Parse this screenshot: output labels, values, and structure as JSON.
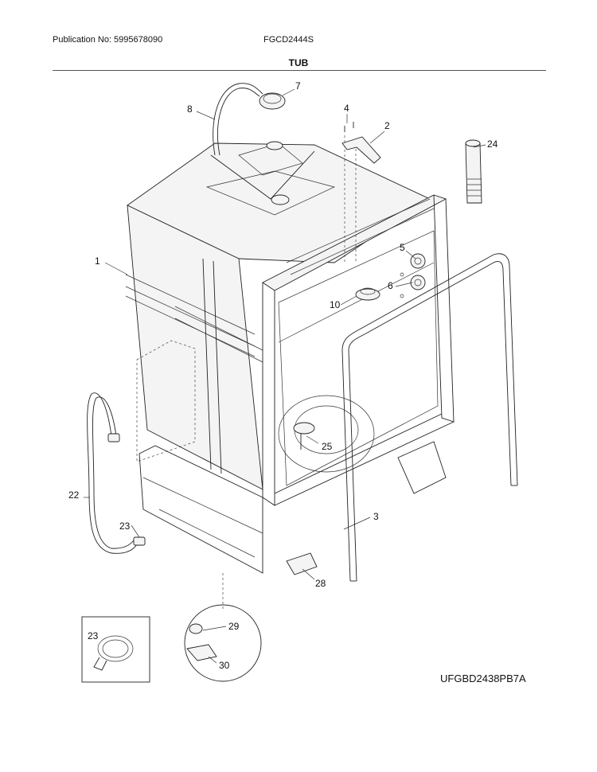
{
  "header": {
    "publication": "Publication No: 5995678090",
    "model": "FGCD2444S",
    "section_title": "TUB"
  },
  "diagram": {
    "callouts": [
      "1",
      "2",
      "3",
      "4",
      "5",
      "6",
      "7",
      "8",
      "10",
      "22",
      "23",
      "24",
      "25",
      "28",
      "23",
      "29",
      "30"
    ],
    "code": "UFGBD2438PB7A"
  }
}
